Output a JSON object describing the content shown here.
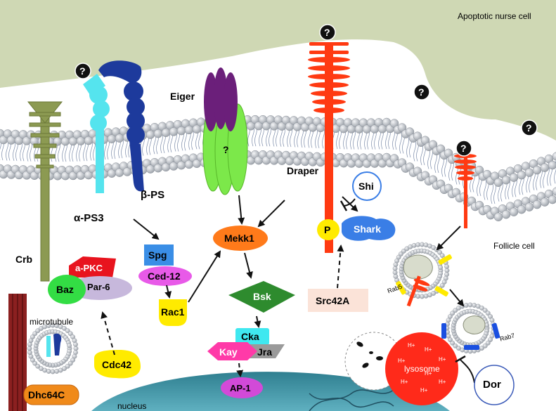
{
  "regions": {
    "apoptotic_nurse_cell": "Apoptotic nurse cell",
    "follicle_cell": "Follicle cell",
    "nucleus": "nucleus",
    "microtubule": "microtubule"
  },
  "proteins": {
    "crb": "Crb",
    "alpha_ps3": "α-PS3",
    "beta_ps": "β-PS",
    "eiger": "Eiger",
    "eiger_receptor": "?",
    "draper": "Draper",
    "shi": "Shi",
    "p": "P",
    "shark": "Shark",
    "apkc": "a-PKC",
    "baz": "Baz",
    "par6": "Par-6",
    "spg": "Spg",
    "ced12": "Ced-12",
    "rac1": "Rac1",
    "mekk1": "Mekk1",
    "bsk": "Bsk",
    "src42a": "Src42A",
    "cka": "Cka",
    "kay": "Kay",
    "jra": "Jra",
    "ap1": "AP-1",
    "cdc42": "Cdc42",
    "dhc64c": "Dhc64C",
    "rab5": "Rab5",
    "rab7": "Rab7",
    "lysosome": "lysosome",
    "dor": "Dor"
  },
  "unknown_ligand": "?",
  "proton": "H+",
  "colors": {
    "nurse_cell": "#cfd8b4",
    "membrane_head": "#b9bfc7",
    "crb": "#8c9a52",
    "alpha_ps3": "#55e4ee",
    "beta_ps": "#1d3a9c",
    "eiger": "#6b1f7a",
    "receptor": "#7ce84a",
    "draper": "#ff3a12",
    "shark": "#3a7ee6",
    "p_yellow": "#ffeb00",
    "mekk1": "#ff7a1a",
    "bsk": "#2e8b2e",
    "src42a": "#fbe3d8",
    "spg": "#3a8ee6",
    "ced12": "#e85ae8",
    "rac1": "#ffeb00",
    "apkc": "#e8141e",
    "baz": "#33dd44",
    "par6": "#c7b8dc",
    "cka": "#3fe8f0",
    "kay": "#ff3aa8",
    "jra": "#9a9a9a",
    "ap1": "#d24ad8",
    "cdc42": "#ffeb00",
    "dhc64c": "#f08a1a",
    "microtubule": "#8b2020",
    "lysosome": "#ff2a1a",
    "nucleus": "#3b8b9b"
  }
}
